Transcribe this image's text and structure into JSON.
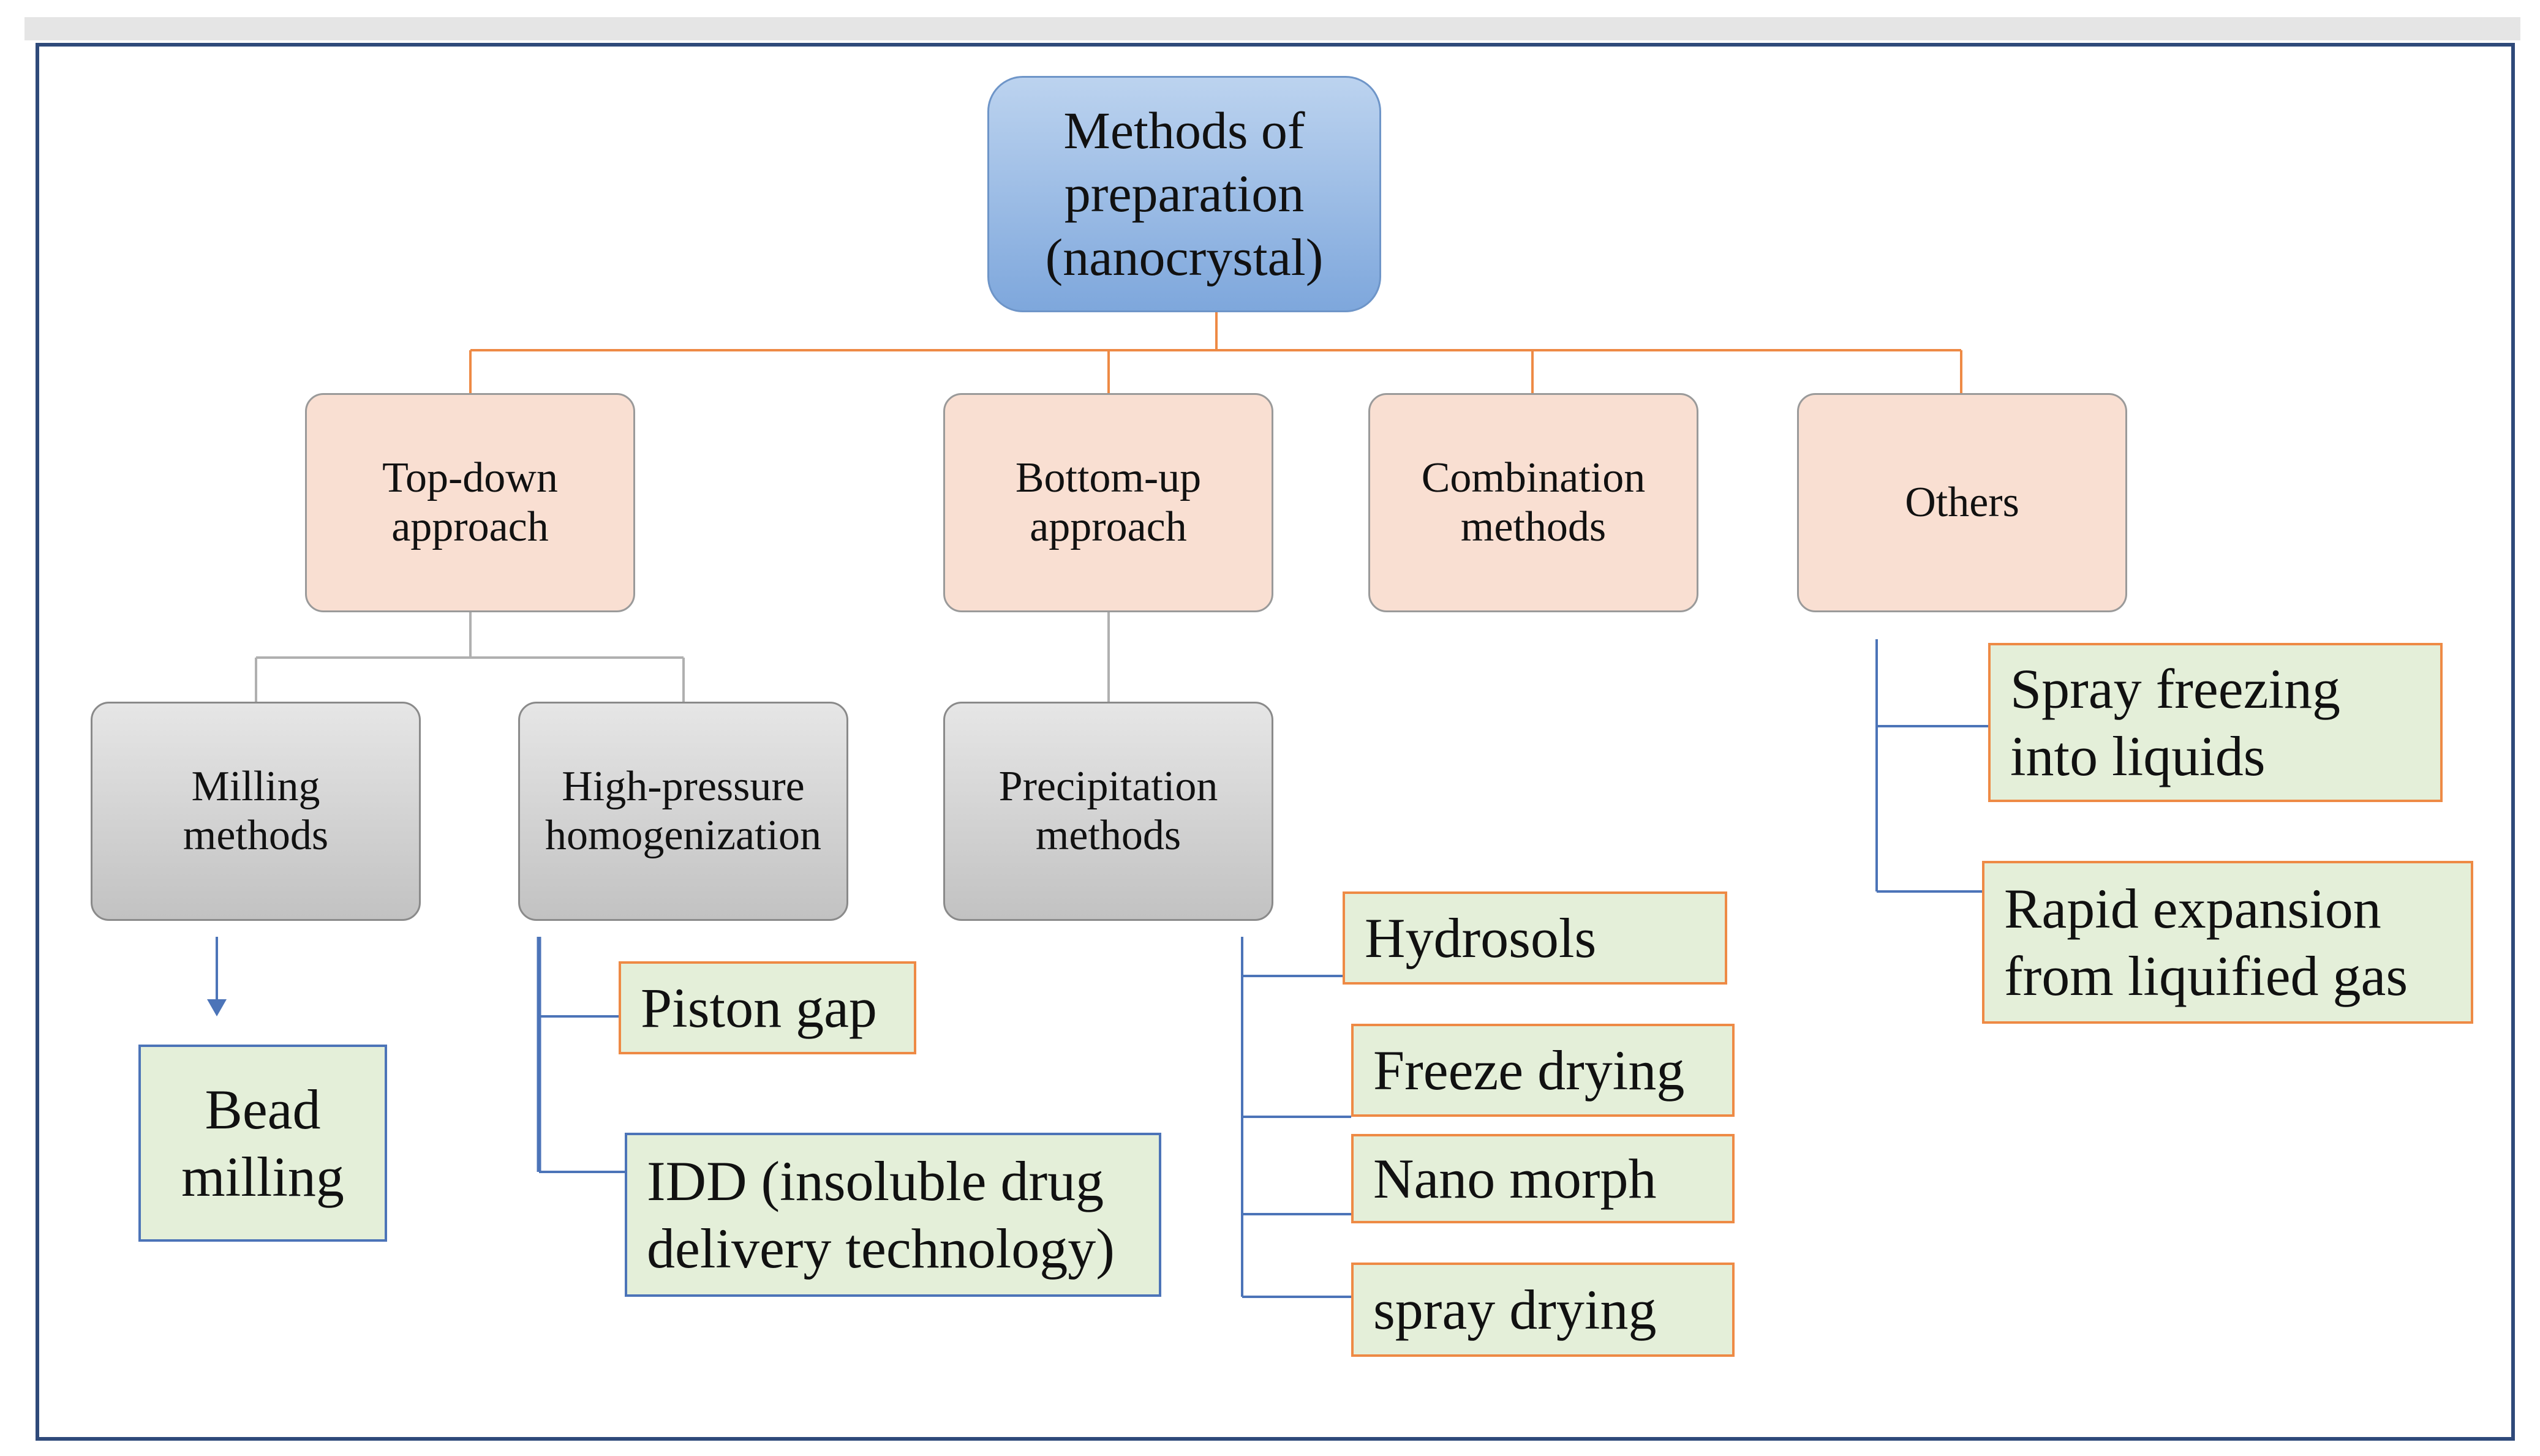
{
  "diagram": {
    "root": {
      "label": "Methods of\npreparation\n(nanocrystal)"
    },
    "approaches": [
      {
        "label": "Top-down\napproach"
      },
      {
        "label": "Bottom-up\napproach"
      },
      {
        "label": "Combination\nmethods"
      },
      {
        "label": "Others"
      }
    ],
    "subgroups": [
      {
        "label": "Milling\nmethods"
      },
      {
        "label": "High-pressure\nhomogenization"
      },
      {
        "label": "Precipitation\nmethods"
      }
    ],
    "techniques": [
      {
        "label": "Bead\nmilling"
      },
      {
        "label": "Piston gap"
      },
      {
        "label": "IDD (insoluble drug\ndelivery technology)"
      },
      {
        "label": "Hydrosols"
      },
      {
        "label": "Freeze drying"
      },
      {
        "label": "Nano morph"
      },
      {
        "label": "spray drying"
      },
      {
        "label": "Spray freezing\ninto liquids"
      },
      {
        "label": "Rapid expansion\nfrom liquified gas"
      }
    ]
  },
  "colors": {
    "root_fill": "#9dbde6",
    "approach_fill": "#f9dfd2",
    "subgroup_fill": "#d4d4d4",
    "technique_fill": "#e4efd9",
    "root_connector": "#ee8a45",
    "subgroup_connector": "#b0b0b0",
    "technique_connector": "#4c74b8",
    "frame": "#2f4a7a"
  }
}
